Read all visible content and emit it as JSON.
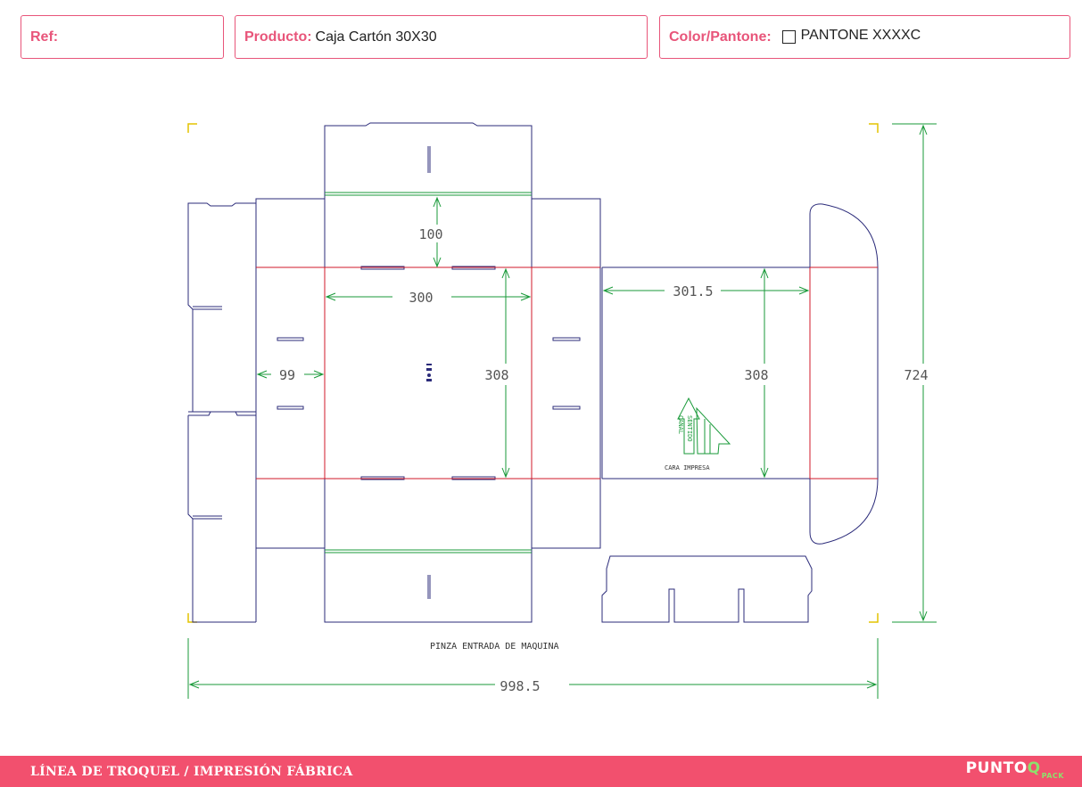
{
  "header": {
    "ref_label": "Ref:",
    "ref_value": "",
    "product_label": "Producto:",
    "product_value": "Caja Cartón 30X30",
    "color_label": "Color/Pantone:",
    "color_value": "PANTONE XXXXC"
  },
  "diagram": {
    "dims": {
      "d100": "100",
      "d300": "300",
      "d99": "99",
      "d308_a": "308",
      "d301_5": "301.5",
      "d308_b": "308",
      "d724": "724",
      "d998_5": "998.5"
    },
    "notes": {
      "pinza": "PINZA ENTRADA DE MAQUINA",
      "cara": "CARA IMPRESA",
      "sentido": "SENTIDO",
      "canal": "CANAL"
    },
    "colors": {
      "cut": "#2b2b7a",
      "fold": "#d11a2a",
      "dim": "#1a9a3a",
      "mark": "#e3c400"
    }
  },
  "footer": {
    "title": "LÍNEA DE TROQUEL / IMPRESIÓN FÁBRICA",
    "logo_main": "PUNTO",
    "logo_q": "Q",
    "logo_pack": "PACK"
  }
}
